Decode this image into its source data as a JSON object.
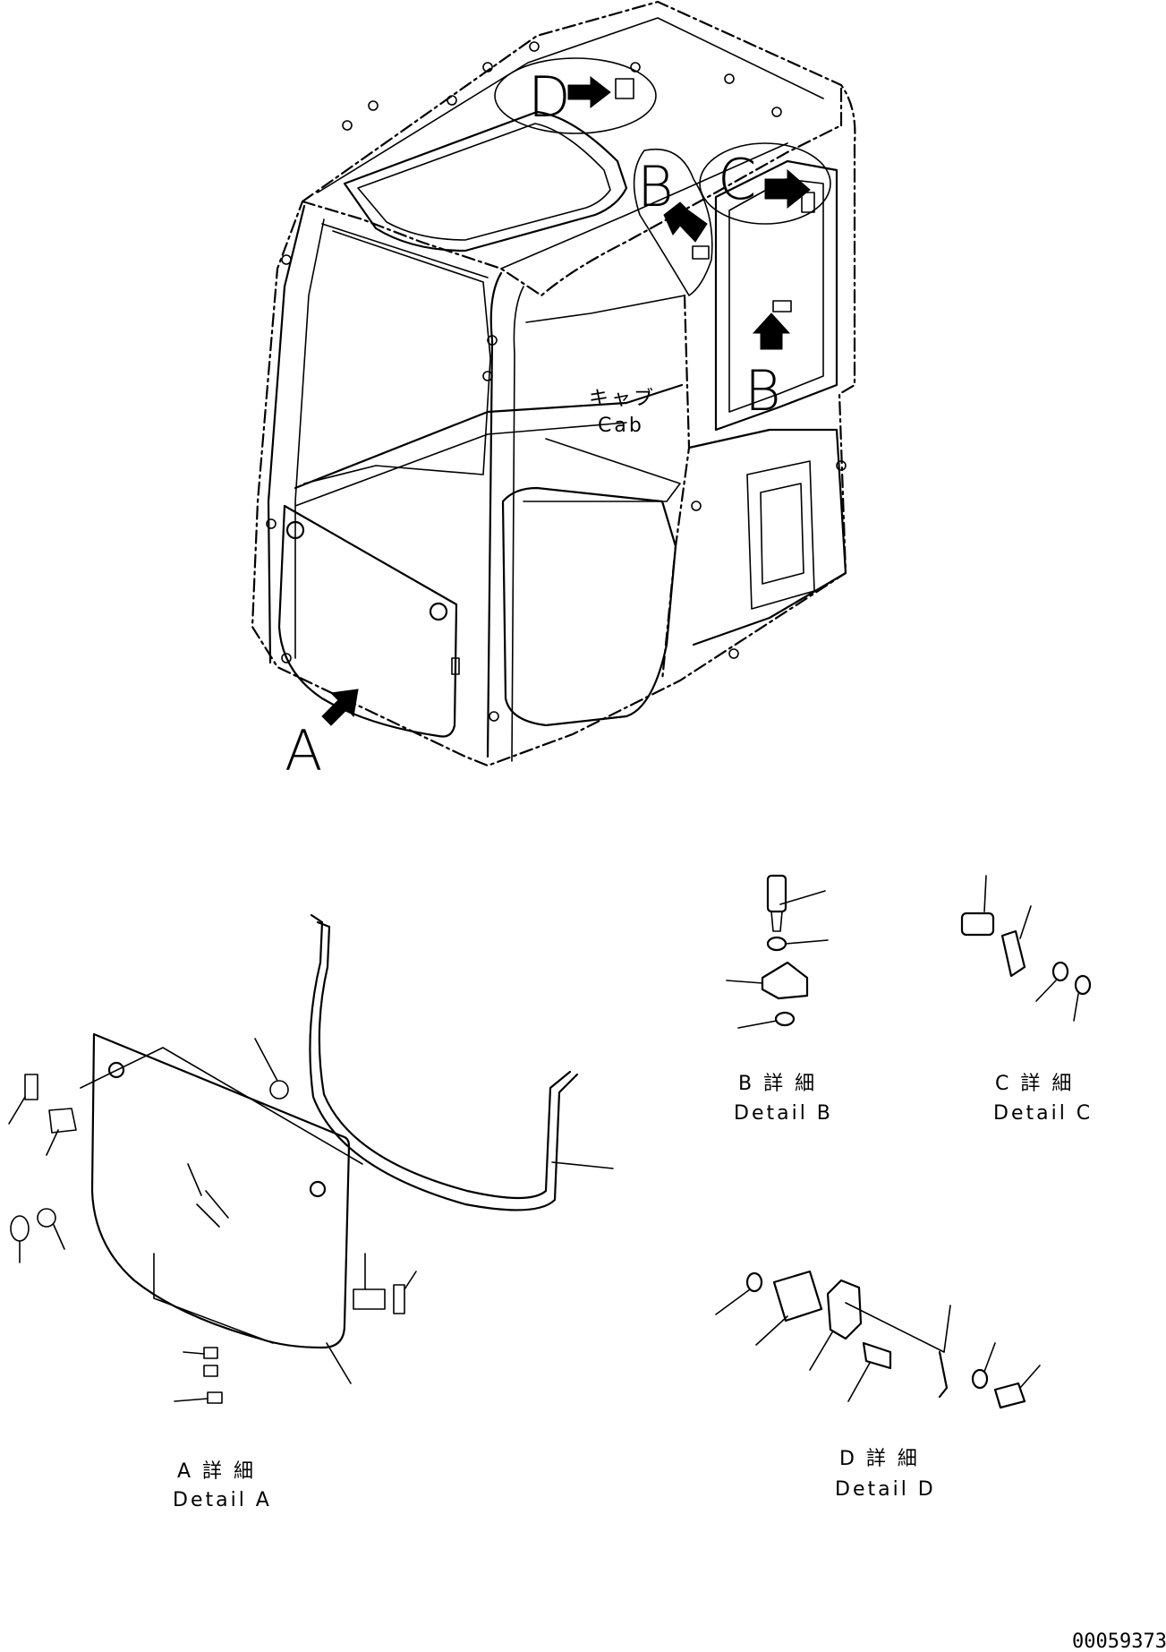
{
  "callouts": {
    "a": "A",
    "b1": "B",
    "b2": "B",
    "c": "C",
    "d": "D"
  },
  "cab_label": {
    "jp": "キャブ",
    "en": "Cab"
  },
  "details": {
    "a": {
      "jp": "A 詳 細",
      "en": "Detail A"
    },
    "b": {
      "jp": "B 詳 細",
      "en": "Detail B"
    },
    "c": {
      "jp": "C 詳 細",
      "en": "Detail C"
    },
    "d": {
      "jp": "D 詳 細",
      "en": "Detail D"
    }
  },
  "drawing_code": "00059373"
}
